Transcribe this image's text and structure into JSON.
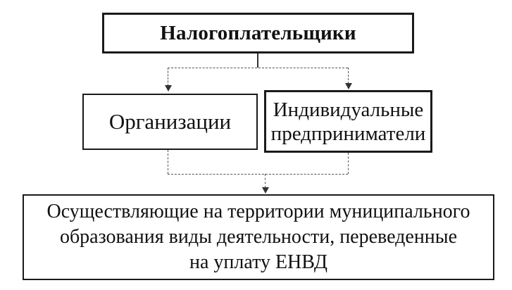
{
  "diagram": {
    "top_box": {
      "label": "Налогоплательщики"
    },
    "left_box": {
      "label": "Организации"
    },
    "right_box": {
      "line1": "Индивидуальные",
      "line2": "предприниматели"
    },
    "bottom_box": {
      "line1": "Осуществляющие на территории муниципального",
      "line2": "образования виды деятельности, переведенные",
      "line3": "на уплату ЕНВД"
    }
  },
  "colors": {
    "stroke": "#1a1a1a",
    "background": "#ffffff"
  }
}
